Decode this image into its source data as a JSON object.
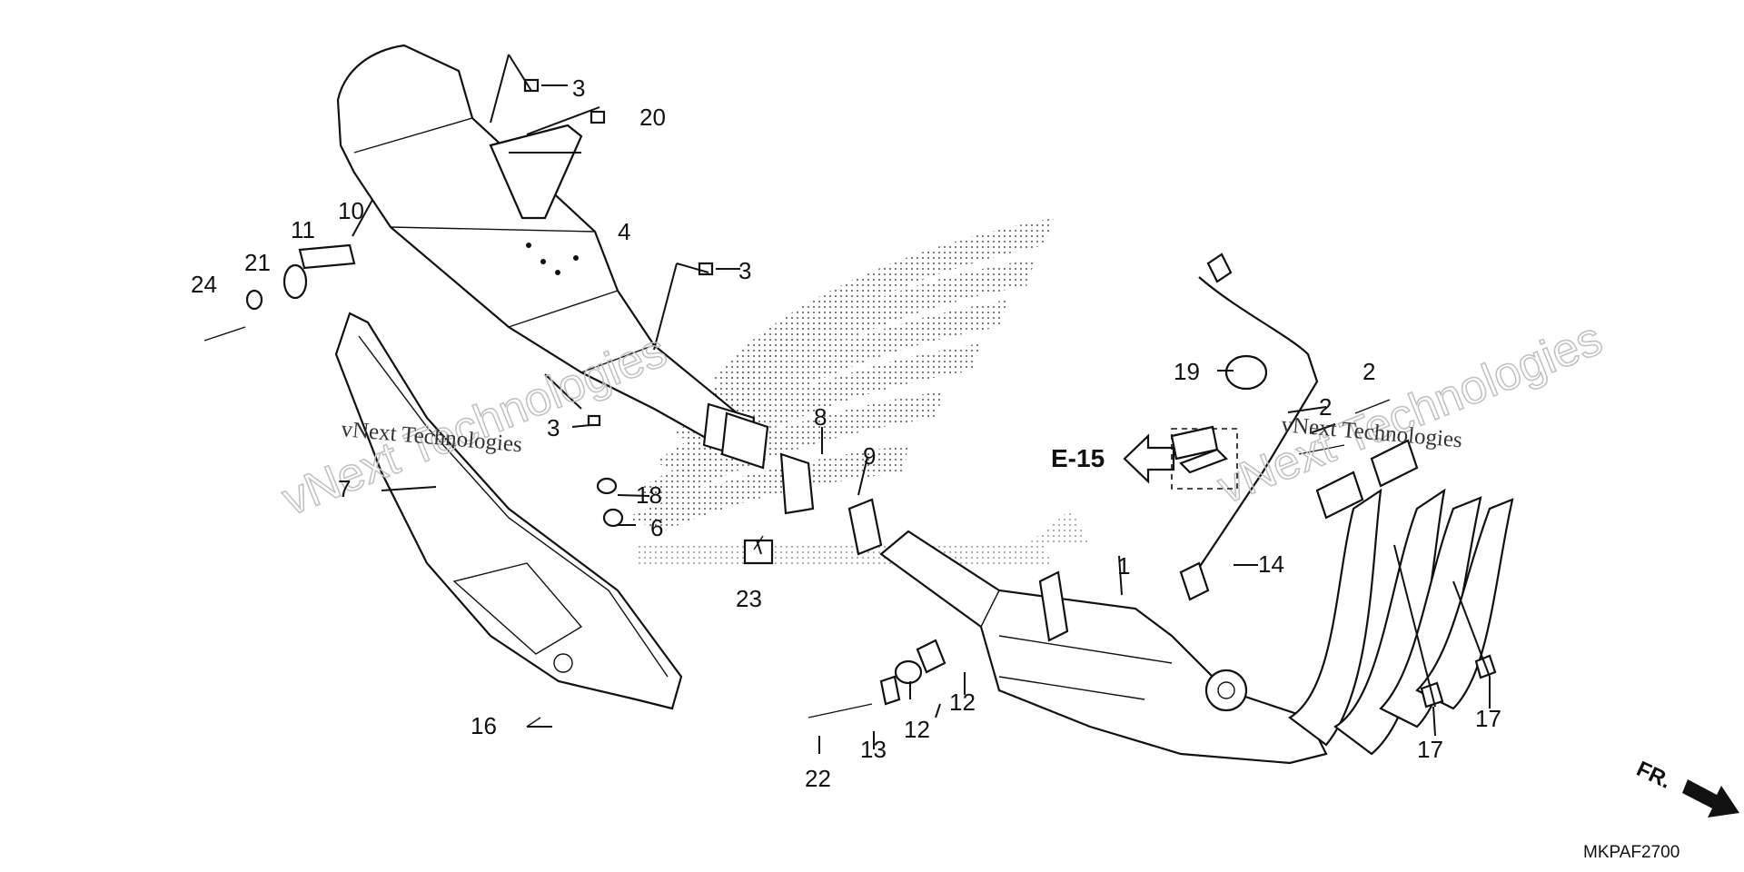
{
  "diagram": {
    "reference": "E-15",
    "code": "MKPAF2700",
    "front_marker": "FR.",
    "watermark": "vNext Technologies",
    "watermark_outline": "vNext Technologies",
    "labels": [
      {
        "id": "1",
        "text": "1"
      },
      {
        "id": "2a",
        "text": "2"
      },
      {
        "id": "2b",
        "text": "2"
      },
      {
        "id": "3a",
        "text": "3"
      },
      {
        "id": "3b",
        "text": "3"
      },
      {
        "id": "3c",
        "text": "3"
      },
      {
        "id": "4",
        "text": "4"
      },
      {
        "id": "6",
        "text": "6"
      },
      {
        "id": "7",
        "text": "7"
      },
      {
        "id": "8",
        "text": "8"
      },
      {
        "id": "9",
        "text": "9"
      },
      {
        "id": "10",
        "text": "10"
      },
      {
        "id": "11",
        "text": "11"
      },
      {
        "id": "12a",
        "text": "12"
      },
      {
        "id": "12b",
        "text": "12"
      },
      {
        "id": "13",
        "text": "13"
      },
      {
        "id": "14",
        "text": "14"
      },
      {
        "id": "16",
        "text": "16"
      },
      {
        "id": "17a",
        "text": "17"
      },
      {
        "id": "17b",
        "text": "17"
      },
      {
        "id": "18",
        "text": "18"
      },
      {
        "id": "19",
        "text": "19"
      },
      {
        "id": "20",
        "text": "20"
      },
      {
        "id": "21",
        "text": "21"
      },
      {
        "id": "22",
        "text": "22"
      },
      {
        "id": "23",
        "text": "23"
      },
      {
        "id": "24",
        "text": "24"
      }
    ]
  }
}
